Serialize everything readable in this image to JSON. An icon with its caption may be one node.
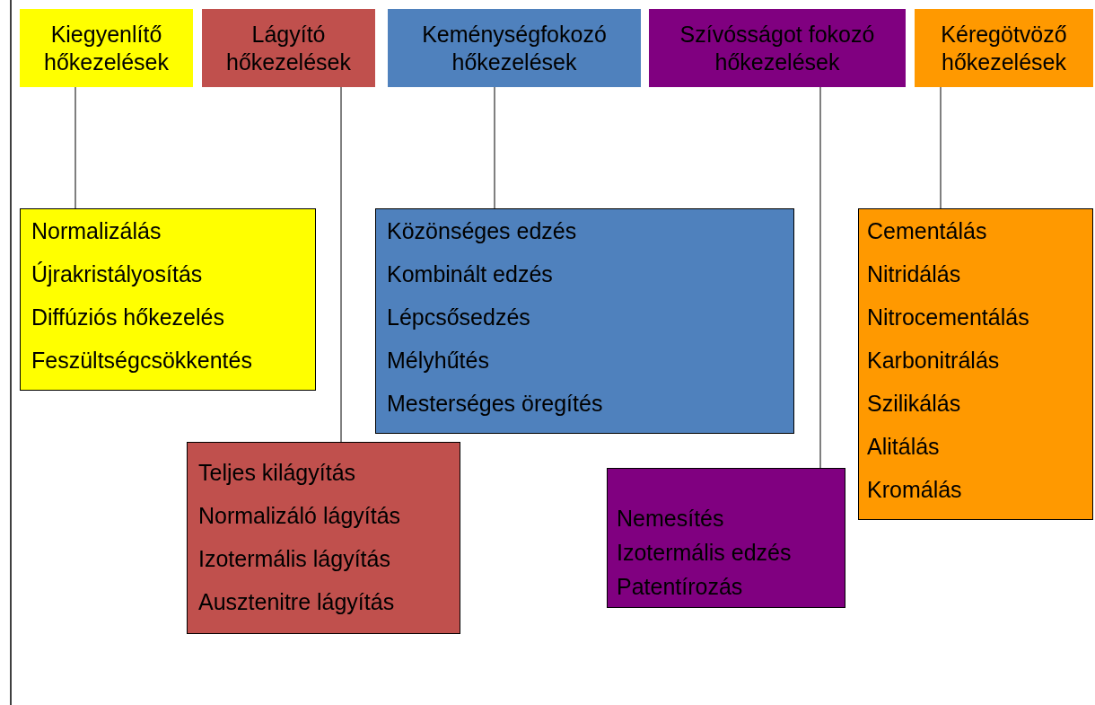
{
  "diagram": {
    "nodes": [
      {
        "text": [
          "Kiegyenlítő hőkezelések"
        ]
      },
      {
        "text": [
          "Lágyító hőkezelések"
        ]
      },
      {
        "text": [
          "Keménységfokozó hőkezelések"
        ]
      },
      {
        "text": [
          "Szívósságot fokozó hőkezelések"
        ]
      },
      {
        "text": [
          "Kéregötvöző hőkezelések"
        ]
      },
      {
        "text": [
          "Normalizálás",
          "Újrakristályosítás",
          "Diffúziós hőkezelés",
          "Feszültségcsökkentés"
        ]
      },
      {
        "text": [
          "Teljes kilágyítás",
          "Normalizáló lágyítás",
          "Izotermális lágyítás",
          "Ausztenitre lágyítás"
        ]
      },
      {
        "text": [
          "Közönséges edzés",
          "Kombinált edzés",
          "Lépcsősedzés",
          "Mélyhűtés",
          "Mesterséges öregítés"
        ]
      },
      {
        "text": [
          "Nemesítés",
          "Izotermális edzés",
          "Patentírozás"
        ]
      },
      {
        "text": [
          "Cementálás",
          "Nitridálás",
          "Nitrocementálás",
          "Karbonitrálás",
          "Szilikálás",
          "Alitálás",
          "Kromálás"
        ]
      }
    ],
    "edges": [
      {
        "from": 0,
        "to": 5,
        "arrow": "none"
      },
      {
        "from": 1,
        "to": 6,
        "arrow": "none"
      },
      {
        "from": 2,
        "to": 7,
        "arrow": "none"
      },
      {
        "from": 3,
        "to": 8,
        "arrow": "none"
      },
      {
        "from": 4,
        "to": 9,
        "arrow": "none"
      }
    ]
  }
}
